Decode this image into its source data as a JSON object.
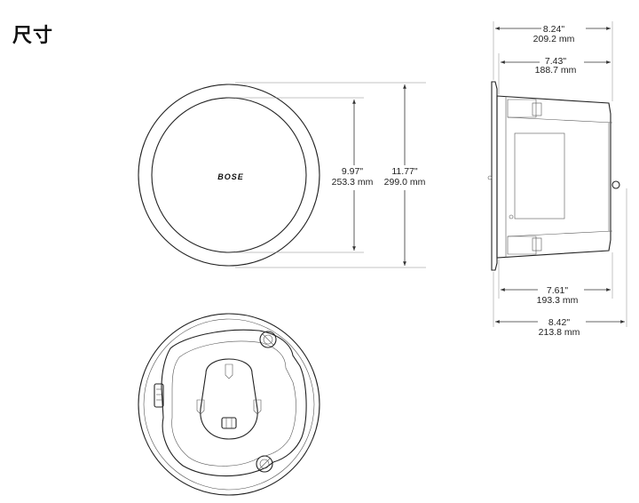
{
  "page": {
    "title": "尺寸"
  },
  "logo": {
    "text": "BOSE"
  },
  "dimensions": {
    "inner_diameter": {
      "inch": "9.97\"",
      "mm": "253.3 mm"
    },
    "outer_diameter": {
      "inch": "11.77\"",
      "mm": "299.0 mm"
    },
    "side_top_outer": {
      "inch": "8.24\"",
      "mm": "209.2 mm"
    },
    "side_top_inner": {
      "inch": "7.43\"",
      "mm": "188.7 mm"
    },
    "side_bottom_inner": {
      "inch": "7.61\"",
      "mm": "193.3 mm"
    },
    "side_bottom_outer": {
      "inch": "8.42\"",
      "mm": "213.8 mm"
    }
  }
}
